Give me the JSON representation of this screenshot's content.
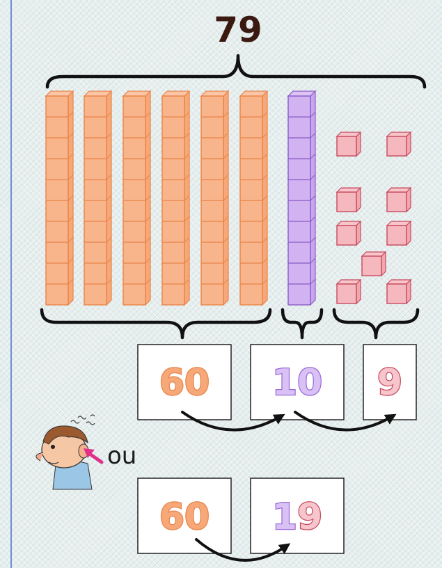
{
  "total": "79",
  "decomposition": {
    "tens_value": "60",
    "ten_value": "10",
    "units_value": "9"
  },
  "or_label": "ou",
  "alternative": {
    "tens_value": "60",
    "rest_tens_digit": "1",
    "rest_units_digit": "9"
  },
  "blocks": {
    "orange_rods": 6,
    "purple_rods": 1,
    "cubes_per_rod": 10,
    "unit_cubes": 9
  },
  "colors": {
    "orange": "#f7a878",
    "orange_stroke": "#e88448",
    "purple": "#c9a5ee",
    "purple_stroke": "#8a5cc8",
    "pink": "#f2a6ae",
    "pink_stroke": "#c64a5e",
    "total": "#3a1a10"
  },
  "icons": {
    "boy": "boy-listening-icon",
    "arrow": "pink-arrow-icon"
  }
}
